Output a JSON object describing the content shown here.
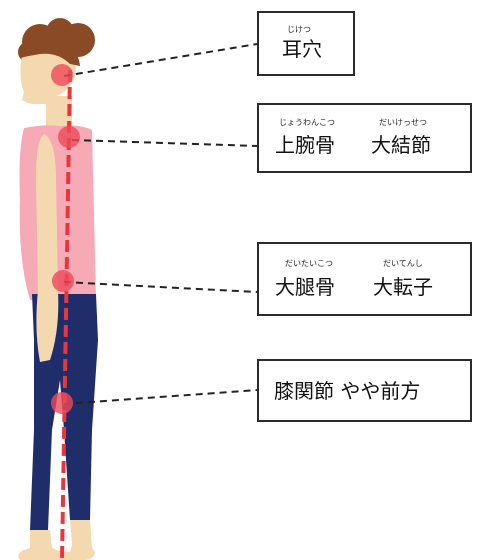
{
  "labels": [
    {
      "text": "耳穴",
      "ruby": "じけつ"
    },
    {
      "text1": "上腕骨",
      "ruby1": "じょうわんこつ",
      "text2": "大結節",
      "ruby2": "だいけっせつ"
    },
    {
      "text1": "大腿骨",
      "ruby1": "だいたいこつ",
      "text2": "大転子",
      "ruby2": "だいてんし"
    },
    {
      "text": "膝関節 やや前方"
    }
  ],
  "colors": {
    "alignment_line": "#e8373c",
    "marker": "#ee4a5a",
    "skin": "#f4d9b0",
    "hair": "#8a4a26",
    "shirt": "#f6aab6",
    "pants": "#1f2d6b",
    "leader": "#222222"
  }
}
